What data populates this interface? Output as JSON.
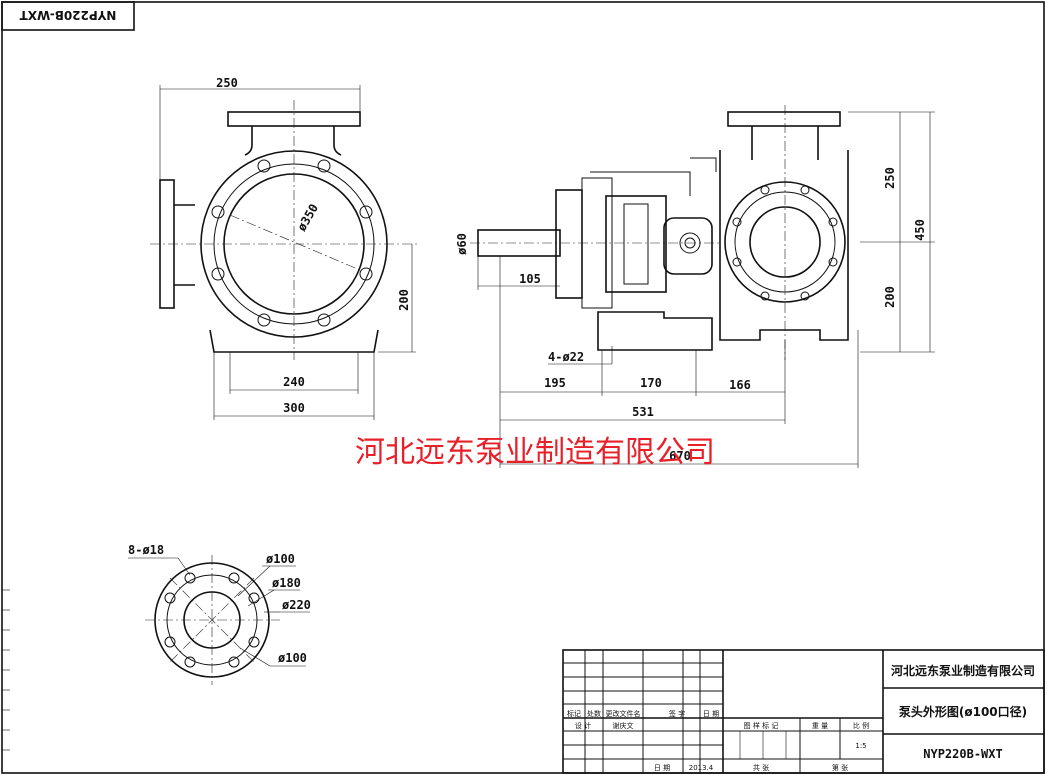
{
  "drawing": {
    "code_tab": "NYP220B-WXT",
    "watermark": "河北远东泵业制造有限公司",
    "front_view": {
      "dim_top_width": "250",
      "dim_flange_dia": "ø350",
      "dim_center_height": "200",
      "dim_base_inner": "240",
      "dim_base_outer": "300"
    },
    "side_view": {
      "dim_shaft_dia": "ø60",
      "dim_shaft_ext": "105",
      "dim_bolt_holes": "4-ø22",
      "dim_195": "195",
      "dim_170": "170",
      "dim_166": "166",
      "dim_531": "531",
      "dim_total": "670",
      "dim_upper_height": "250",
      "dim_total_height": "450",
      "dim_lower_height": "200"
    },
    "flange_view": {
      "holes": "8-ø18",
      "d100_top": "ø100",
      "d180": "ø180",
      "d220": "ø220",
      "d100_bottom": "ø100"
    }
  },
  "title_block": {
    "company": "河北远东泵业制造有限公司",
    "drawing_title": "泵头外形图(ø100口径)",
    "drawing_number": "NYP220B-WXT",
    "scale": "1:5",
    "date_value": "2013.4",
    "designer_name": "谢庆文",
    "labels": {
      "mark": "标记",
      "count": "处数",
      "change_doc": "更改文件名",
      "signature": "签  字",
      "date": "日 期",
      "design": "设  计",
      "date2": "日 期",
      "stage_mark": "图 样 标 记",
      "weight": "重  量",
      "ratio": "比  例",
      "total_sheets": "共   张",
      "sheet_no": "第   张"
    }
  }
}
